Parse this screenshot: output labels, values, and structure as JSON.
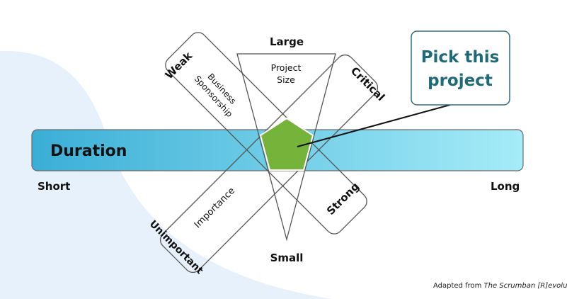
{
  "colors": {
    "duration_start": "#3aaed6",
    "duration_end": "#a6ecf8",
    "pentagon_fill": "#76b33a",
    "callout_text": "#1e6a78",
    "background_wave": "#e6f1fb",
    "outline": "#555555"
  },
  "duration": {
    "label": "Duration",
    "short_label": "Short",
    "long_label": "Long"
  },
  "project_size": {
    "label_line1": "Project",
    "label_line2": "Size",
    "large_label": "Large",
    "small_label": "Small"
  },
  "business_sponsorship": {
    "label_line1": "Business",
    "label_line2": "Sponsorship",
    "weak_label": "Weak",
    "strong_label": "Strong"
  },
  "importance": {
    "label": "Importance",
    "critical_label": "Critical",
    "unimportant_label": "Unimportant"
  },
  "callout": {
    "line1": "Pick this",
    "line2": "project"
  },
  "credit": {
    "prefix": "Adapted from ",
    "source": "The Scrumban [R]evolution"
  }
}
